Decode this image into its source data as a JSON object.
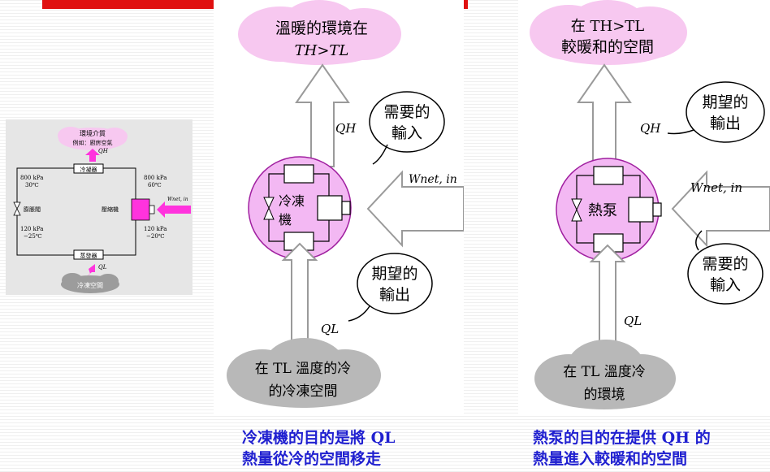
{
  "small_diagram": {
    "env_line1": "環境介質",
    "env_line2": "例如：廚房空氣",
    "qh": "QH",
    "condenser": "冷凝器",
    "p_left_top": "800 kPa",
    "t_left_top": "30℃",
    "p_right_top": "800 kPa",
    "t_right_top": "60℃",
    "expansion_valve": "膨脹閥",
    "compressor": "壓縮機",
    "wnet": "Wnet, in",
    "p_left_bot": "120 kPa",
    "t_left_bot": "−25℃",
    "p_right_bot": "120 kPa",
    "t_right_bot": "−20℃",
    "evaporator": "蒸發器",
    "ql": "QL",
    "cold_space": "冷凍空間"
  },
  "refrigerator": {
    "top_cloud_line1": "溫暖的環境在",
    "top_cloud_line2": "TH>TL",
    "qh": "QH",
    "required_input_line1": "需要的",
    "required_input_line2": "輸入",
    "wnet": "Wnet, in",
    "device_line1": "冷凍",
    "device_line2": "機",
    "desired_output_line1": "期望的",
    "desired_output_line2": "輸出",
    "ql": "QL",
    "bottom_cloud_line1": "在 TL 溫度的冷",
    "bottom_cloud_line2": "的冷凍空間",
    "caption_line1": "冷凍機的目的是將 QL",
    "caption_line2": "熱量從冷的空間移走"
  },
  "heat_pump": {
    "top_cloud_line1": "在 TH>TL",
    "top_cloud_line2": "較暖和的空間",
    "qh": "QH",
    "desired_output_line1": "期望的",
    "desired_output_line2": "輸出",
    "wnet": "Wnet, in",
    "device_label": "熱泵",
    "required_input_line1": "需要的",
    "required_input_line2": "輸入",
    "ql": "QL",
    "bottom_cloud_line1": "在 TL 溫度冷",
    "bottom_cloud_line2": "的環境",
    "caption_line1": "熱泵的目的在提供 QH 的",
    "caption_line2": "熱量進入較暖和的空間"
  },
  "colors": {
    "red_bar": "#e01010",
    "pink_cloud": "#f7c8f0",
    "magenta": "#ff33dd",
    "device_circle": "#f3b8f3",
    "caption": "#2020d0",
    "gray_cloud": "#b8b8b8"
  }
}
